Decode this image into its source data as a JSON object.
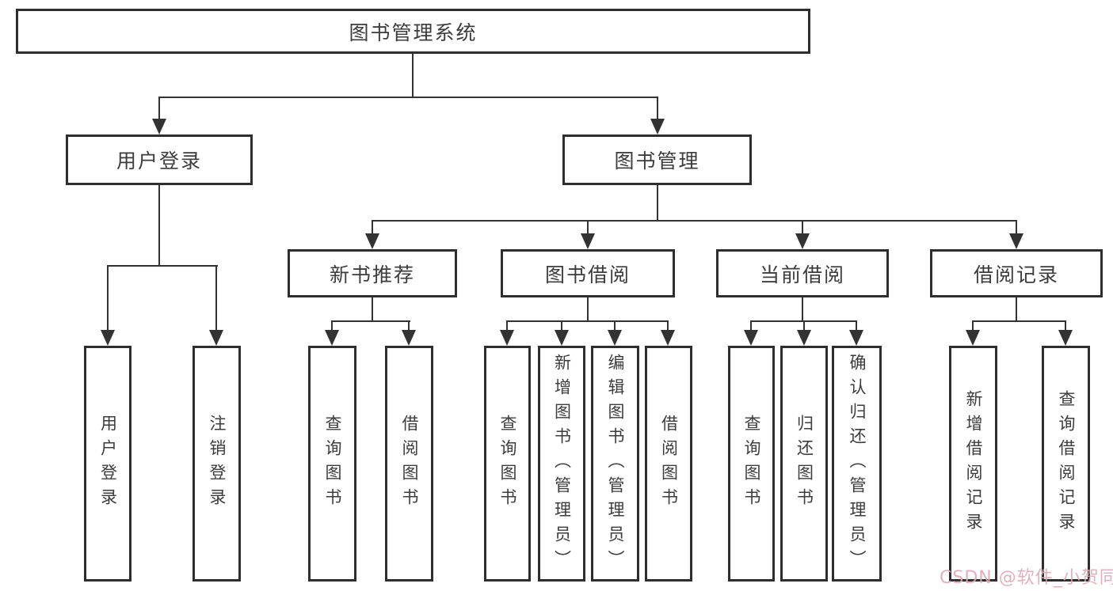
{
  "diagram": {
    "title": "图书管理系统",
    "nodes": {
      "root": {
        "label": "图书管理系统"
      },
      "branches": [
        {
          "label": "用户登录"
        },
        {
          "label": "图书管理"
        }
      ],
      "sections": [
        {
          "label": "新书推荐"
        },
        {
          "label": "图书借阅"
        },
        {
          "label": "当前借阅"
        },
        {
          "label": "借阅记录"
        }
      ],
      "leaves": [
        {
          "label": "用户登录",
          "parent": "用户登录"
        },
        {
          "label": "注销登录",
          "parent": "用户登录"
        },
        {
          "label": "查询图书",
          "parent": "新书推荐"
        },
        {
          "label": "借阅图书",
          "parent": "新书推荐"
        },
        {
          "label": "查询图书",
          "parent": "图书借阅"
        },
        {
          "label": "新增图书（管理员）",
          "parent": "图书借阅"
        },
        {
          "label": "编辑图书（管理员）",
          "parent": "图书借阅"
        },
        {
          "label": "借阅图书",
          "parent": "图书借阅"
        },
        {
          "label": "查询图书",
          "parent": "当前借阅"
        },
        {
          "label": "归还图书",
          "parent": "当前借阅"
        },
        {
          "label": "确认归还（管理员）",
          "parent": "当前借阅"
        },
        {
          "label": "新增借阅记录",
          "parent": "借阅记录"
        },
        {
          "label": "查询借阅记录",
          "parent": "借阅记录"
        }
      ]
    },
    "colors": {
      "line": "#333333",
      "box_border": "#2e2e2e",
      "text": "#3c3c3c",
      "background": "#ffffff",
      "watermark": "#dfa8b2"
    }
  },
  "watermark": {
    "text": "CSDN @软件_小贺同学"
  }
}
